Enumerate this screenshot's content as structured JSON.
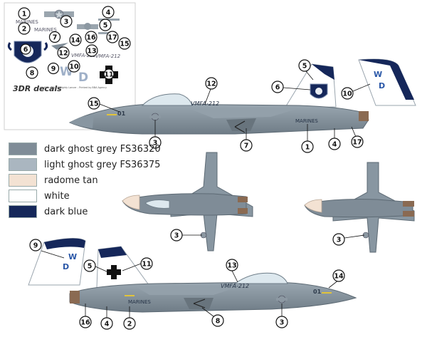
{
  "colors": {
    "dark_ghost": "#7f8c97",
    "light_ghost": "#aab6c0",
    "radome": "#f3e2d3",
    "white": "#ffffff",
    "dark_blue": "#15275a"
  },
  "legend": [
    {
      "label": "dark ghost grey FS36320",
      "color": "#7f8c97"
    },
    {
      "label": "light ghost grey FS36375",
      "color": "#aab6c0"
    },
    {
      "label": "radome tan",
      "color": "#f3e2d3"
    },
    {
      "label": "white",
      "color": "#ffffff"
    },
    {
      "label": "dark blue",
      "color": "#15275a"
    }
  ],
  "markings": {
    "squadron": "VMFA-212",
    "marines": "MARINES",
    "modex": "01",
    "tail_code_top": "W",
    "tail_code_bottom": "D"
  },
  "decal_sheet": {
    "credit": "Hm603 - F/A-18 Mighty Lancer - Printed by BBA Agency",
    "logo": "3DR decals"
  },
  "callout_numbers": [
    "1",
    "2",
    "3",
    "4",
    "5",
    "6",
    "7",
    "8",
    "9",
    "10",
    "11",
    "12",
    "13",
    "14",
    "15",
    "16",
    "17"
  ]
}
